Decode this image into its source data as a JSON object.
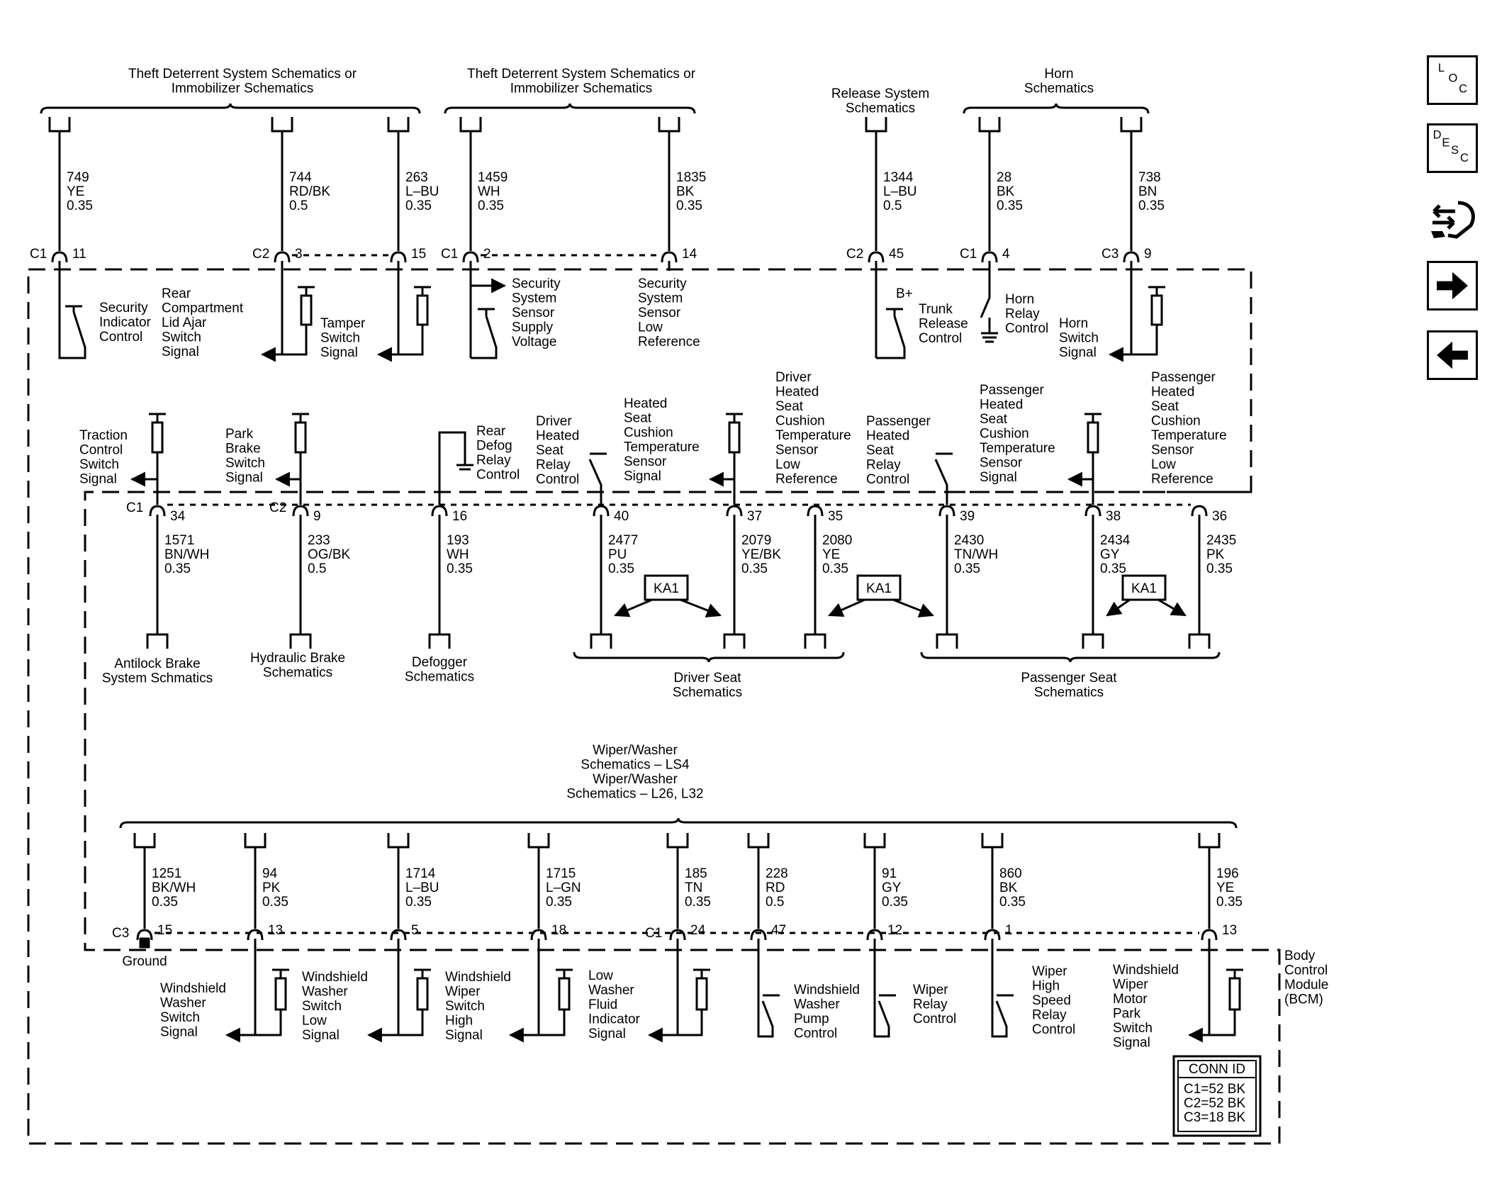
{
  "title_groups": [
    {
      "id": "theft1",
      "lines": [
        "Theft Deterrent System Schematics or",
        "Immobilizer Schematics"
      ]
    },
    {
      "id": "theft2",
      "lines": [
        "Theft Deterrent System Schematics or",
        "Immobilizer Schematics"
      ]
    },
    {
      "id": "release",
      "lines": [
        "Release System",
        "Schematics"
      ]
    },
    {
      "id": "horn",
      "lines": [
        "Horn",
        "Schematics"
      ]
    },
    {
      "id": "wiper",
      "lines": [
        "Wiper/Washer",
        "Schematics – LS4",
        "Wiper/Washer",
        "Schematics – L26, L32"
      ]
    }
  ],
  "top_wires": [
    {
      "circuit": "749",
      "color": "YE",
      "gauge": "0.35",
      "connector": "C1",
      "pin": "11",
      "function": [
        "Security",
        "Indicator",
        "Control"
      ]
    },
    {
      "circuit": "744",
      "color": "RD/BK",
      "gauge": "0.5",
      "connector": "C2",
      "pin": "3",
      "function": [
        "Rear",
        "Compartment",
        "Lid Ajar",
        "Switch",
        "Signal"
      ]
    },
    {
      "circuit": "263",
      "color": "L–BU",
      "gauge": "0.35",
      "connector": "",
      "pin": "15",
      "function": [
        "Tamper",
        "Switch",
        "Signal"
      ]
    },
    {
      "circuit": "1459",
      "color": "WH",
      "gauge": "0.35",
      "connector": "C1",
      "pin": "2",
      "function": [
        "Security",
        "System",
        "Sensor",
        "Supply",
        "Voltage"
      ]
    },
    {
      "circuit": "1835",
      "color": "BK",
      "gauge": "0.35",
      "connector": "",
      "pin": "14",
      "function": [
        "Security",
        "System",
        "Sensor",
        "Low",
        "Reference"
      ]
    },
    {
      "circuit": "1344",
      "color": "L–BU",
      "gauge": "0.5",
      "connector": "C2",
      "pin": "45",
      "function": [
        "Trunk",
        "Release",
        "Control"
      ]
    },
    {
      "circuit": "28",
      "color": "BK",
      "gauge": "0.35",
      "connector": "C1",
      "pin": "4",
      "function": [
        "Horn",
        "Relay",
        "Control"
      ]
    },
    {
      "circuit": "738",
      "color": "BN",
      "gauge": "0.35",
      "connector": "C3",
      "pin": "9",
      "function": [
        "Horn",
        "Switch",
        "Signal"
      ]
    }
  ],
  "b_plus": "B+",
  "middle_wires": [
    {
      "circuit": "1571",
      "color": "BN/WH",
      "gauge": "0.35",
      "connector": "C1",
      "pin": "34",
      "function": [
        "Traction",
        "Control",
        "Switch",
        "Signal"
      ]
    },
    {
      "circuit": "233",
      "color": "OG/BK",
      "gauge": "0.5",
      "connector": "C2",
      "pin": "9",
      "function": [
        "Park",
        "Brake",
        "Switch",
        "Signal"
      ]
    },
    {
      "circuit": "193",
      "color": "WH",
      "gauge": "0.35",
      "connector": "",
      "pin": "16",
      "function": [
        "Rear",
        "Defog",
        "Relay",
        "Control"
      ]
    },
    {
      "circuit": "2477",
      "color": "PU",
      "gauge": "0.35",
      "connector": "",
      "pin": "40",
      "function": [
        "Driver",
        "Heated",
        "Seat",
        "Relay",
        "Control"
      ]
    },
    {
      "circuit": "2079",
      "color": "YE/BK",
      "gauge": "0.35",
      "connector": "",
      "pin": "37",
      "function": [
        "Heated",
        "Seat",
        "Cushion",
        "Temperature",
        "Sensor",
        "Signal"
      ]
    },
    {
      "circuit": "2080",
      "color": "YE",
      "gauge": "0.35",
      "connector": "",
      "pin": "35",
      "function": [
        "Driver",
        "Heated",
        "Seat",
        "Cushion",
        "Temperature",
        "Sensor",
        "Low",
        "Reference"
      ]
    },
    {
      "circuit": "2430",
      "color": "TN/WH",
      "gauge": "0.35",
      "connector": "",
      "pin": "39",
      "function": [
        "Passenger",
        "Heated",
        "Seat",
        "Relay",
        "Control"
      ]
    },
    {
      "circuit": "2434",
      "color": "GY",
      "gauge": "0.35",
      "connector": "",
      "pin": "38",
      "function": [
        "Passenger",
        "Heated",
        "Seat",
        "Cushion",
        "Temperature",
        "Sensor",
        "Signal"
      ]
    },
    {
      "circuit": "2435",
      "color": "PK",
      "gauge": "0.35",
      "connector": "",
      "pin": "36",
      "function": [
        "Passenger",
        "Heated",
        "Seat",
        "Cushion",
        "Temperature",
        "Sensor",
        "Low",
        "Reference"
      ]
    }
  ],
  "destinations": [
    {
      "lines": [
        "Antilock Brake",
        "System Schmatics"
      ]
    },
    {
      "lines": [
        "Hydraulic Brake",
        "Schematics"
      ]
    },
    {
      "lines": [
        "Defogger",
        "Schematics"
      ]
    },
    {
      "lines": [
        "Driver Seat",
        "Schematics"
      ]
    },
    {
      "lines": [
        "Passenger Seat",
        "Schematics"
      ]
    }
  ],
  "ka1_label": "KA1",
  "bottom_wires": [
    {
      "circuit": "1251",
      "color": "BK/WH",
      "gauge": "0.35",
      "connector": "C3",
      "pin": "15",
      "function": [
        "Ground"
      ]
    },
    {
      "circuit": "94",
      "color": "PK",
      "gauge": "0.35",
      "connector": "",
      "pin": "13",
      "function": [
        "Windshield",
        "Washer",
        "Switch",
        "Signal"
      ]
    },
    {
      "circuit": "1714",
      "color": "L–BU",
      "gauge": "0.35",
      "connector": "",
      "pin": "5",
      "function": [
        "Windshield",
        "Washer",
        "Switch",
        "Low",
        "Signal"
      ]
    },
    {
      "circuit": "1715",
      "color": "L–GN",
      "gauge": "0.35",
      "connector": "",
      "pin": "18",
      "function": [
        "Windshield",
        "Wiper",
        "Switch",
        "High",
        "Signal"
      ]
    },
    {
      "circuit": "185",
      "color": "TN",
      "gauge": "0.35",
      "connector": "C1",
      "pin": "24",
      "function": [
        "Low",
        "Washer",
        "Fluid",
        "Indicator",
        "Signal"
      ]
    },
    {
      "circuit": "228",
      "color": "RD",
      "gauge": "0.5",
      "connector": "",
      "pin": "47",
      "function": [
        "Windshield",
        "Washer",
        "Pump",
        "Control"
      ]
    },
    {
      "circuit": "91",
      "color": "GY",
      "gauge": "0.35",
      "connector": "",
      "pin": "12",
      "function": [
        "Wiper",
        "Relay",
        "Control"
      ]
    },
    {
      "circuit": "860",
      "color": "BK",
      "gauge": "0.35",
      "connector": "",
      "pin": "1",
      "function": [
        "Wiper",
        "High",
        "Speed",
        "Relay",
        "Control"
      ]
    },
    {
      "circuit": "196",
      "color": "YE",
      "gauge": "0.35",
      "connector": "",
      "pin": "13",
      "function": [
        "Windshield",
        "Wiper",
        "Motor",
        "Park",
        "Switch",
        "Signal"
      ]
    }
  ],
  "module_label": [
    "Body",
    "Control",
    "Module",
    "(BCM)"
  ],
  "conn_id": {
    "title": "CONN ID",
    "rows": [
      "C1=52 BK",
      "C2=52 BK",
      "C3=18 BK"
    ]
  },
  "nav": [
    {
      "id": "loc",
      "icon": "loc-icon",
      "letters": [
        "L",
        "O",
        "C"
      ]
    },
    {
      "id": "desc",
      "icon": "desc-icon",
      "letters": [
        "D",
        "E",
        "S",
        "C"
      ]
    },
    {
      "id": "connector",
      "icon": "connector-wrench-icon"
    },
    {
      "id": "next",
      "icon": "arrow-right-icon"
    },
    {
      "id": "prev",
      "icon": "arrow-left-icon"
    }
  ]
}
